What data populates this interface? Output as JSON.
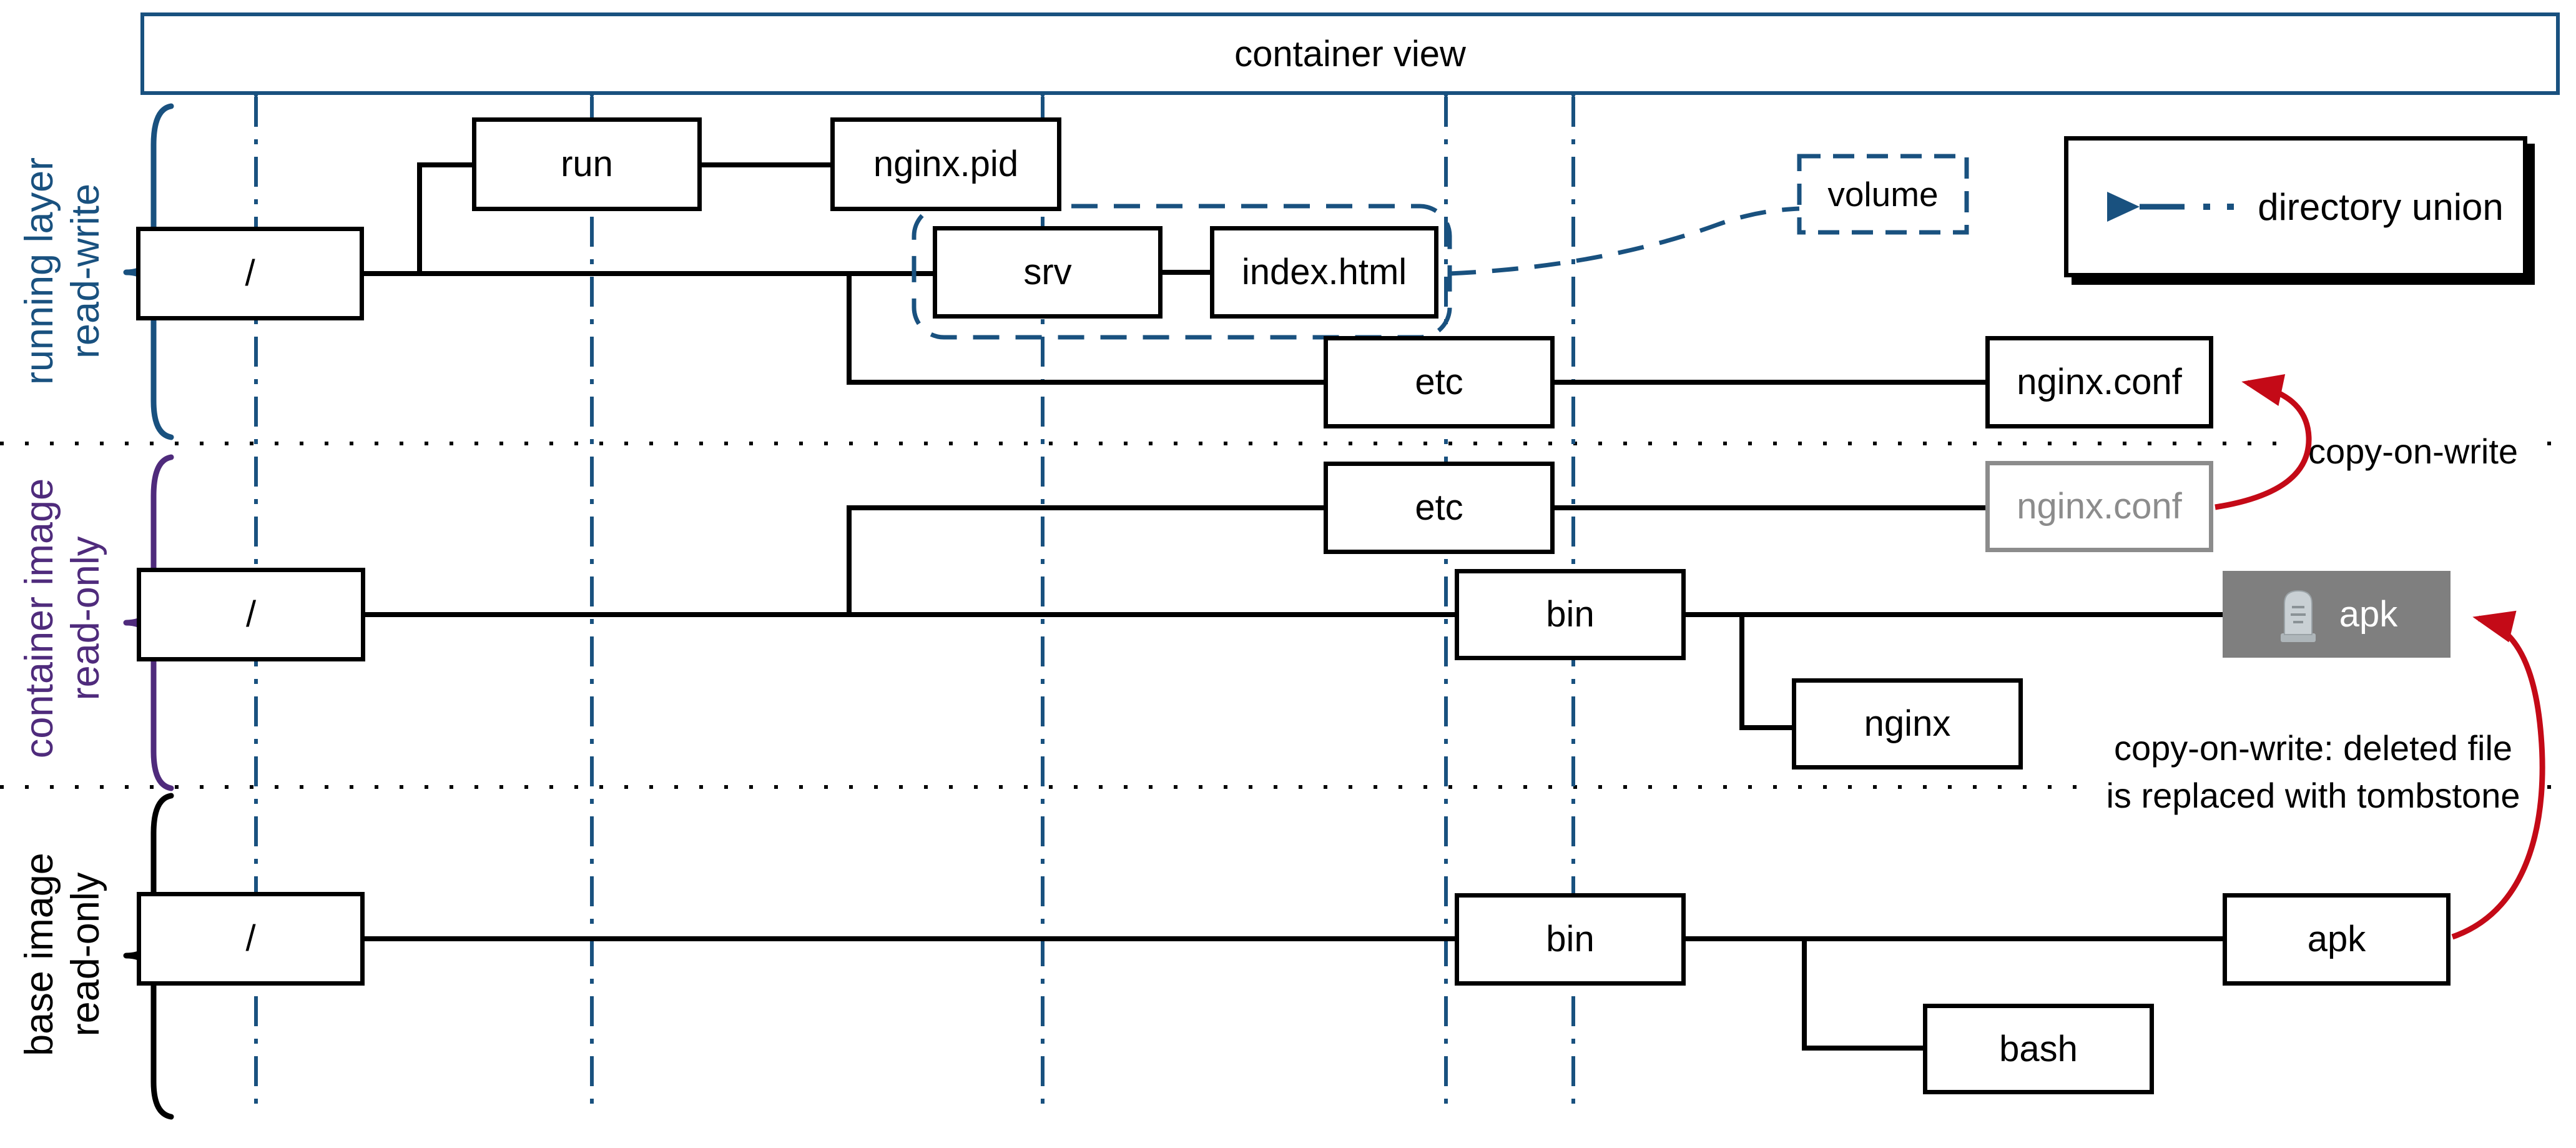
{
  "colors": {
    "blue": "#19517F",
    "purple": "#4F2B7C",
    "red": "#C40A17",
    "gray_bg": "#7F7F7F",
    "gray_border": "#8C8C8C"
  },
  "header": {
    "title": "container view"
  },
  "legend": {
    "label": "directory union",
    "symbol_icon": "directory-union-arrow"
  },
  "volume": {
    "label": "volume"
  },
  "layers": [
    {
      "id": "running-layer",
      "title": "running layer",
      "subtitle": "read-write"
    },
    {
      "id": "container-image",
      "title": "container image",
      "subtitle": "read-only"
    },
    {
      "id": "base-image",
      "title": "base image",
      "subtitle": "read-only"
    }
  ],
  "nodes": {
    "running": {
      "root": "/",
      "run": "run",
      "nginx_pid": "nginx.pid",
      "srv": "srv",
      "index_html": "index.html",
      "etc": "etc",
      "nginx_conf": "nginx.conf"
    },
    "container_image": {
      "etc": "etc",
      "nginx_conf": "nginx.conf",
      "root": "/",
      "bin": "bin",
      "nginx": "nginx",
      "apk": "apk"
    },
    "base_image": {
      "root": "/",
      "bin": "bin",
      "bash": "bash",
      "apk": "apk"
    }
  },
  "icons": {
    "tombstone": "🪦"
  },
  "annotations": {
    "copy_on_write": "copy-on-write",
    "tombstone_line1": "copy-on-write: deleted file",
    "tombstone_line2": "is replaced with tombstone"
  }
}
